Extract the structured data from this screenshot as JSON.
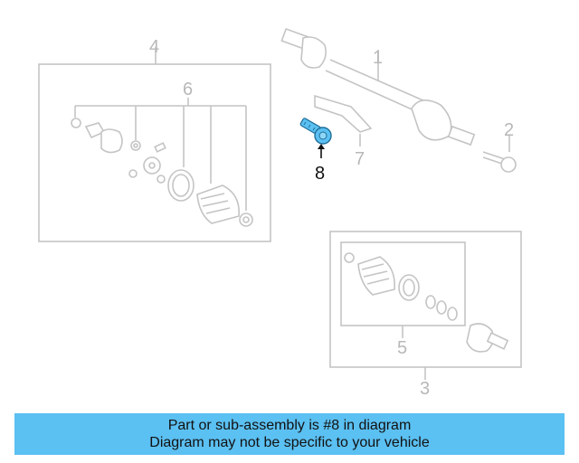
{
  "callouts": {
    "c1": "1",
    "c2": "2",
    "c3": "3",
    "c4": "4",
    "c5": "5",
    "c6": "6",
    "c7": "7",
    "c8": "8"
  },
  "highlight_color": "#5bc0f2",
  "banner": {
    "line1": "Part or sub-assembly is #8 in diagram",
    "line2": "Diagram may not be specific to your vehicle",
    "background": "#5bc0f2"
  }
}
